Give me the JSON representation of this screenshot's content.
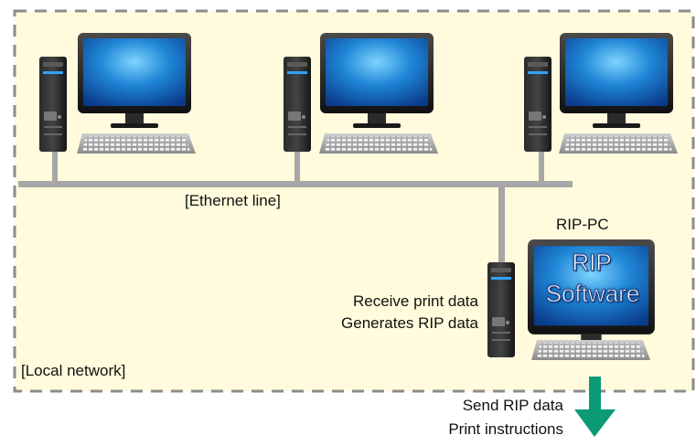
{
  "labels": {
    "ethernet": "[Ethernet line]",
    "rip_pc": "RIP-PC",
    "receive": "Receive print data",
    "generates": "Generates RIP data",
    "local_network": "[Local network]",
    "send": "Send RIP data",
    "print": "Print instructions"
  },
  "screen": {
    "line1": "RIP",
    "line2": "Software"
  },
  "colors": {
    "network_fill": "#fffbdc",
    "network_border": "#8c8c8c",
    "ethernet_line": "#a7a7a7",
    "arrow": "#0a9a76",
    "screen_blue": "#1f86d6"
  }
}
